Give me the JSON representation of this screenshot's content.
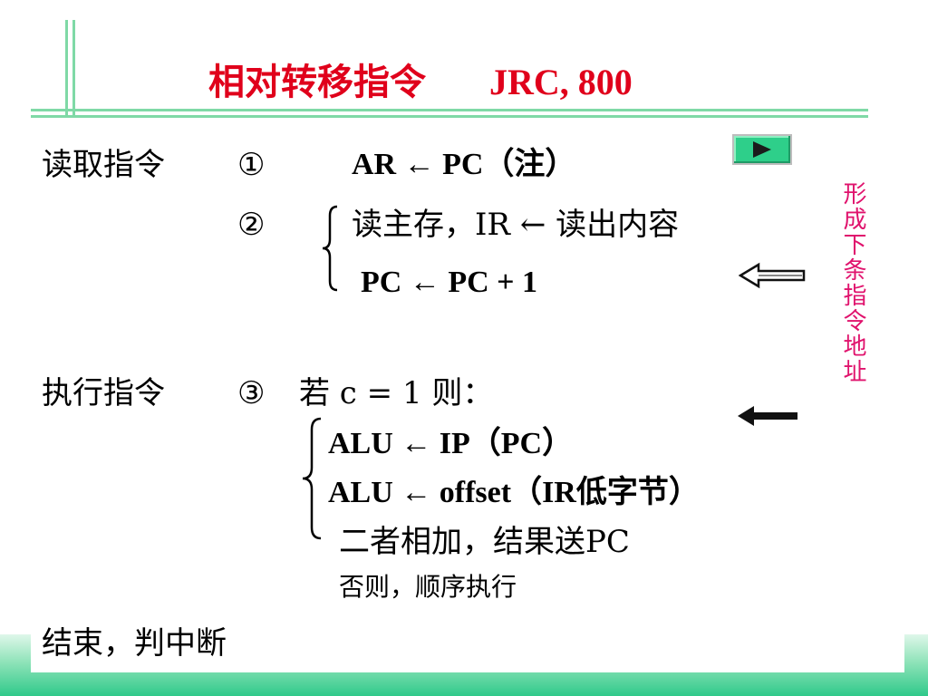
{
  "title": {
    "main": "相对转移指令",
    "code": "JRC, 800"
  },
  "nav": {
    "next_glyph": "▶"
  },
  "fetch": {
    "label": "读取指令",
    "step1_marker": "①",
    "step1_text": "AR ← PC（注）",
    "step2_marker": "②",
    "step2_line1": "读主存，IR ← 读出内容",
    "step2_line2": "PC ← PC + 1"
  },
  "execute": {
    "label": "执行指令",
    "step3_marker": "③",
    "step3_text": "若 c = 1 则：",
    "line1": "ALU ← IP（PC）",
    "line2": "ALU ← offset（IR低字节）",
    "line3": "二者相加，结果送PC",
    "else_text": "否则，顺序执行"
  },
  "end": {
    "label": "结束，判中断"
  },
  "side_note": "形成下条指令地址",
  "colors": {
    "title": "#e0001b",
    "side_note": "#e0136d",
    "accent_green": "#2ecf8a",
    "frame": "#7fd9a6"
  }
}
